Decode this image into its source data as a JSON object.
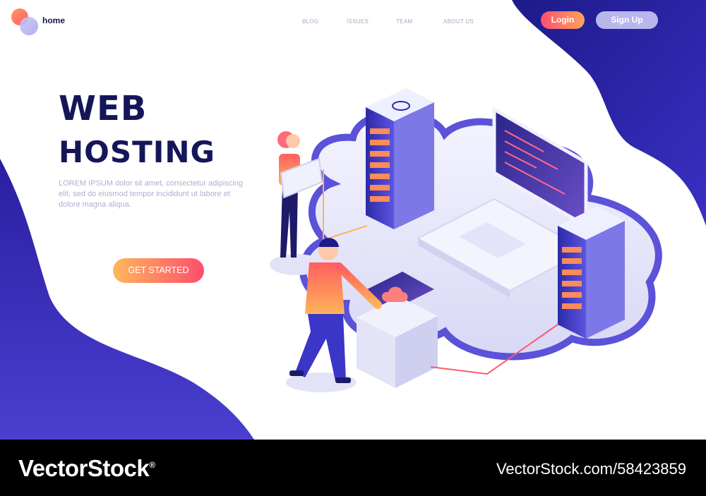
{
  "colors": {
    "navy": "#1d1a8a",
    "dark_title": "#15165a",
    "accent_orange": "#ff8a5a",
    "accent_pink": "#ff4f6e",
    "lavender": "#b9b6ee"
  },
  "header": {
    "logo_icon": "logo-circles-icon",
    "home_label": "home",
    "nav": [
      "BLOG",
      "ISSUES",
      "TEAM",
      "ABOUT US"
    ],
    "login_label": "Login",
    "signup_label": "Sign Up"
  },
  "hero": {
    "title_line1": "WEB",
    "title_line2": "HOSTING",
    "description": "LOREM IPSUM dolor sit amet, consectetur adipiscing elit, sed do eiusmod tempor incididunt ut labore et dolore magna aliqua.",
    "cta_label": "GET STARTED"
  },
  "illustration": {
    "icons": [
      "server-rack-icon",
      "laptop-icon",
      "terminal-kiosk-icon",
      "cloud-icon",
      "person-icon"
    ]
  },
  "watermark": {
    "left": "VectorStock",
    "registered": "®",
    "right": "VectorStock.com/58423859"
  }
}
